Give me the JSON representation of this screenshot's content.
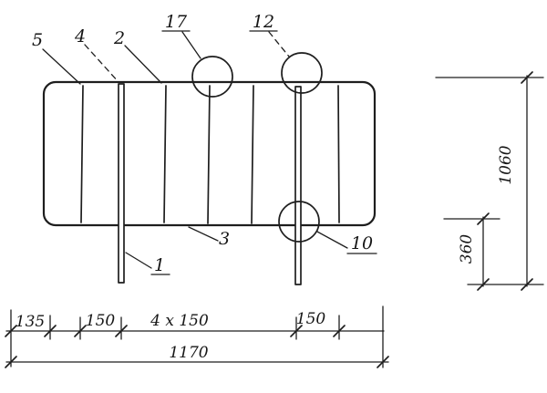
{
  "drawing": {
    "type": "technical-drawing",
    "ink_color": "#1e1e1e",
    "paper_color": "#ffffff",
    "callouts": {
      "item5": "5",
      "item4": "4",
      "item2": "2",
      "item17": "17",
      "item12": "12",
      "item1": "1",
      "item3": "3",
      "item10": "10"
    },
    "dimensions": {
      "overall_height": "1060",
      "post_depth": "360",
      "offset_left": "135",
      "spacing_left": "150",
      "spacing_center": "4 x 150",
      "spacing_right": "150",
      "overall_width": "1170"
    }
  }
}
